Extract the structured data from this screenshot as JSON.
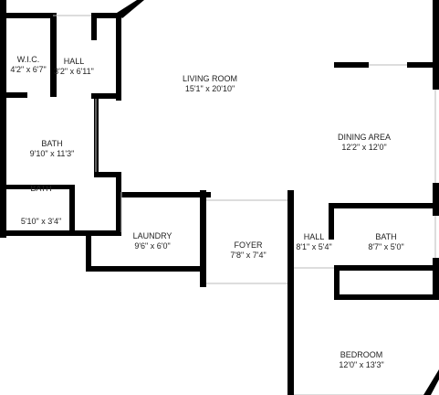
{
  "rooms": [
    {
      "id": "wic",
      "name": "W.I.C.",
      "dims": "4'2\" x 6'7\""
    },
    {
      "id": "hall-top",
      "name": "HALL",
      "dims": "3'2\" x 6'11\""
    },
    {
      "id": "living",
      "name": "LIVING ROOM",
      "dims": "15'1\" x 20'10\""
    },
    {
      "id": "dining",
      "name": "DINING AREA",
      "dims": "12'2\" x 12'0\""
    },
    {
      "id": "bath-main",
      "name": "BATH",
      "dims": "9'10\" x 11'3\""
    },
    {
      "id": "bath-small",
      "name": "BATH",
      "dims": "5'10\" x 3'4\""
    },
    {
      "id": "laundry",
      "name": "LAUNDRY",
      "dims": "9'6\" x 6'0\""
    },
    {
      "id": "foyer",
      "name": "FOYER",
      "dims": "7'8\" x 7'4\""
    },
    {
      "id": "hall-mid",
      "name": "HALL",
      "dims": "8'1\" x 5'4\""
    },
    {
      "id": "bath-right",
      "name": "BATH",
      "dims": "8'7\" x 5'0\""
    },
    {
      "id": "bedroom",
      "name": "BEDROOM",
      "dims": "12'0\" x 13'3\""
    }
  ],
  "colors": {
    "wall": "#000000",
    "opening": "#bbbbbb",
    "label": "#222222"
  }
}
